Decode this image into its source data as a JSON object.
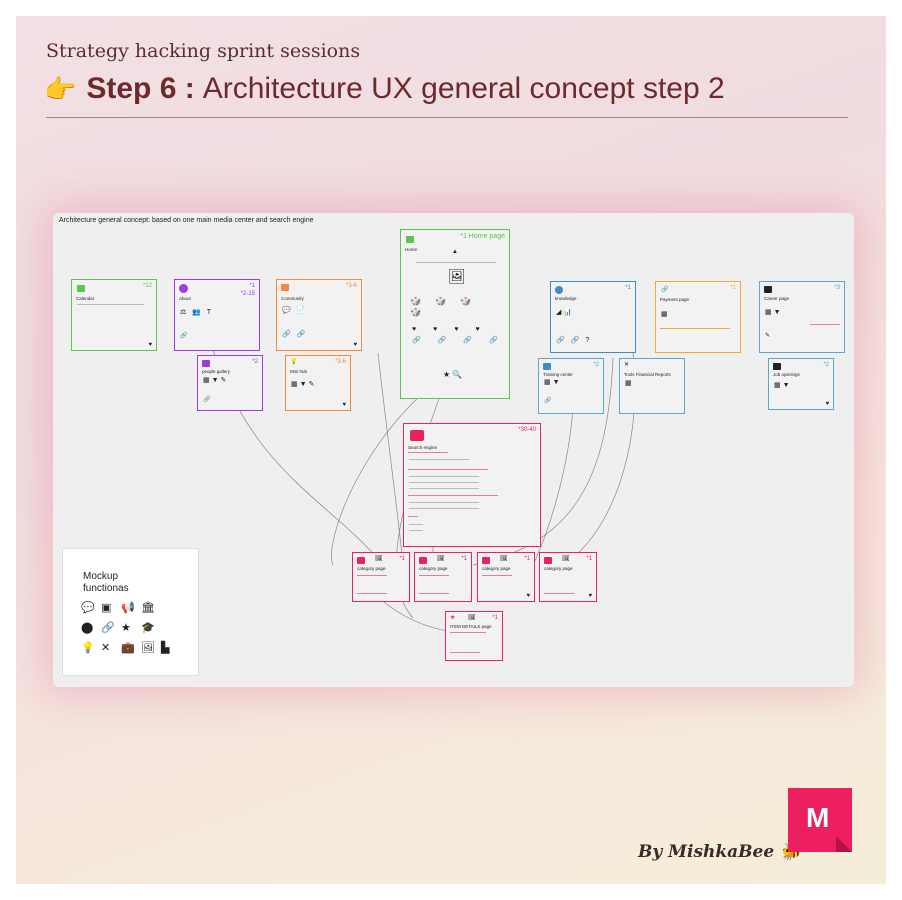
{
  "header": {
    "subtitle": "Strategy hacking sprint sessions",
    "step_label": "Step 6 :",
    "title": "Architecture UX general concept step 2",
    "hand_icon": "pointing-hand-icon"
  },
  "board": {
    "title": "Architecture general concept: based on  one main media center and search engine",
    "cards": {
      "home": {
        "num": "*1 Home page",
        "title": "Home"
      },
      "calendar": {
        "num": "*12",
        "title": "Calendar"
      },
      "about": {
        "num": "*1",
        "num2": "*2-15",
        "title": "About"
      },
      "community": {
        "num": "*3-6",
        "title": "Community"
      },
      "people": {
        "num": "*2",
        "title": "people gallery"
      },
      "members": {
        "num": "*3-6",
        "title": "Mini hub"
      },
      "knowledge": {
        "num": "*1",
        "title": "knowledge"
      },
      "payment": {
        "num": "*1",
        "title": "Payment page"
      },
      "career": {
        "num": "*3",
        "title": "Career page"
      },
      "training": {
        "num": "*2",
        "title": "Training center"
      },
      "tools": {
        "num": "",
        "title": "Tools Financial Reports"
      },
      "jobs": {
        "num": "*2",
        "title": "Job openings"
      },
      "search": {
        "num": "*30-40",
        "title": "Search engine"
      },
      "cat1": {
        "num": "*1",
        "title": "category page"
      },
      "cat2": {
        "num": "*1",
        "title": "category page"
      },
      "cat3": {
        "num": "*1",
        "title": "category page"
      },
      "cat4": {
        "num": "*1",
        "title": "category page"
      },
      "item": {
        "num": "*1",
        "title": "ITEM DETAILS page"
      }
    }
  },
  "legend": {
    "title": "Mockup functionas"
  },
  "footer": {
    "brand": "By MishkaBee",
    "logo_letter": "M"
  },
  "colors": {
    "home": "#5cc454",
    "calendar": "#5cc454",
    "about": "#a23ad8",
    "community": "#f08a3e",
    "knowledge": "#3a8fc4",
    "payment": "#f0a830",
    "career": "#5aa8d0",
    "search": "#e8245c",
    "brand": "#ee1f5e"
  }
}
